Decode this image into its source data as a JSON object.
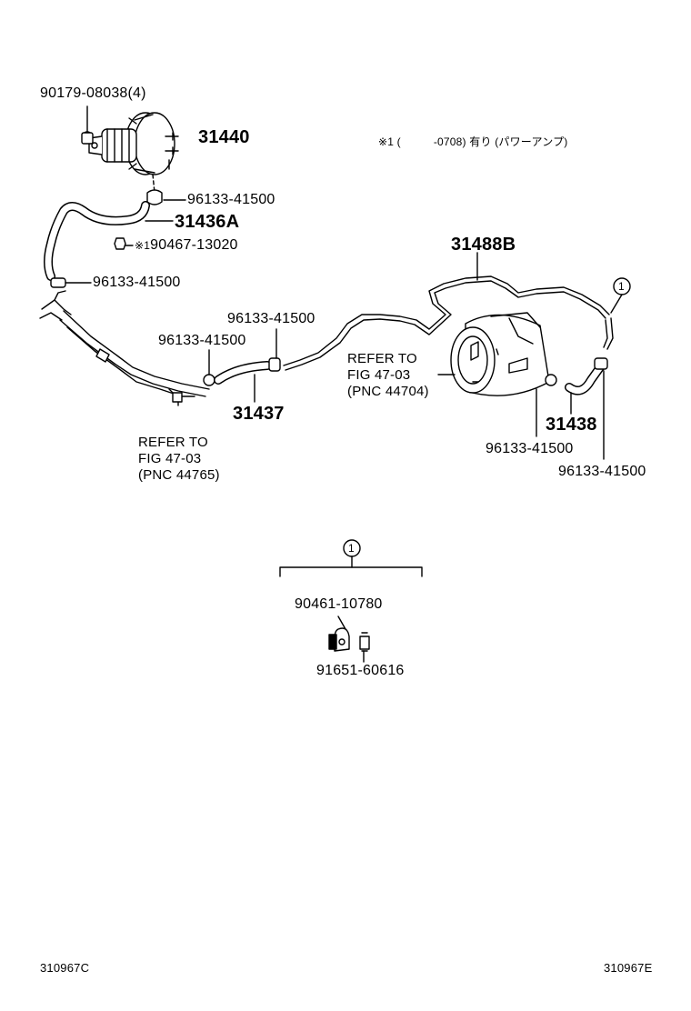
{
  "parts": {
    "p_90179": "90179-08038(4)",
    "p_31440": "31440",
    "p_96133_a": "96133-41500",
    "p_31436A": "31436A",
    "p_90467": "90467-13020",
    "p_90467_marker": "※1",
    "p_96133_b": "96133-41500",
    "p_96133_c": "96133-41500",
    "p_96133_d": "96133-41500",
    "p_31437": "31437",
    "p_31488B": "31488B",
    "p_31438": "31438",
    "p_96133_e": "96133-41500",
    "p_96133_f": "96133-41500",
    "p_90461": "90461-10780",
    "p_91651": "91651-60616"
  },
  "refs": {
    "ref1_line1": "REFER TO",
    "ref1_line2": "FIG 47-03",
    "ref1_line3": "(PNC 44765)",
    "ref2_line1": "REFER TO",
    "ref2_line2": "FIG 47-03",
    "ref2_line3": "(PNC 44704)"
  },
  "note": {
    "prefix": "※1 (",
    "suffix": "-0708) 有り (パワーアンプ)"
  },
  "callouts": {
    "circle_1a": "1",
    "circle_1b": "1"
  },
  "footer": {
    "left_code": "310967C",
    "right_code": "310967E"
  }
}
